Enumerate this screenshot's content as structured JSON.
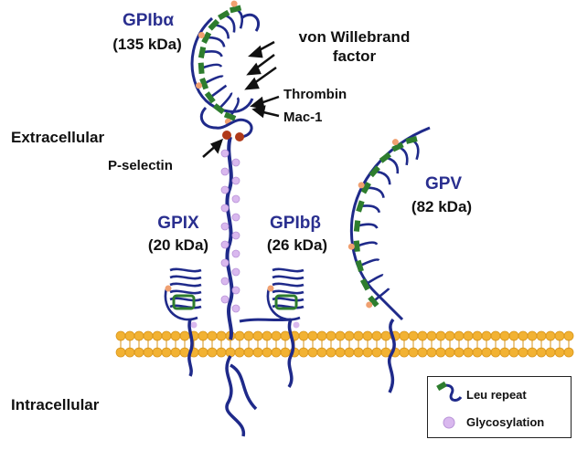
{
  "labels": {
    "gpib_alpha": {
      "name": "GPIbα",
      "mass": "(135 kDa)"
    },
    "vwf": {
      "line1": "von Willebrand",
      "line2": "factor"
    },
    "thrombin": "Thrombin",
    "mac1": "Mac-1",
    "pselectin": "P-selectin",
    "extracellular": "Extracellular",
    "intracellular": "Intracellular",
    "gpix": {
      "name": "GPIX",
      "mass": "(20 kDa)"
    },
    "gpib_beta": {
      "name": "GPIbβ",
      "mass": "(26 kDa)"
    },
    "gpv": {
      "name": "GPV",
      "mass": "(82 kDa)"
    }
  },
  "legend": {
    "leu_repeat": "Leu repeat",
    "glycosylation": "Glycosylation"
  },
  "colors": {
    "protein": "#1f2a8a",
    "leu_repeat": "#2e7d2e",
    "glycosylation": "#d9b8ee",
    "membrane": "#f2b233",
    "site": "#f0a070",
    "pselectin_site": "#b03a1a"
  }
}
